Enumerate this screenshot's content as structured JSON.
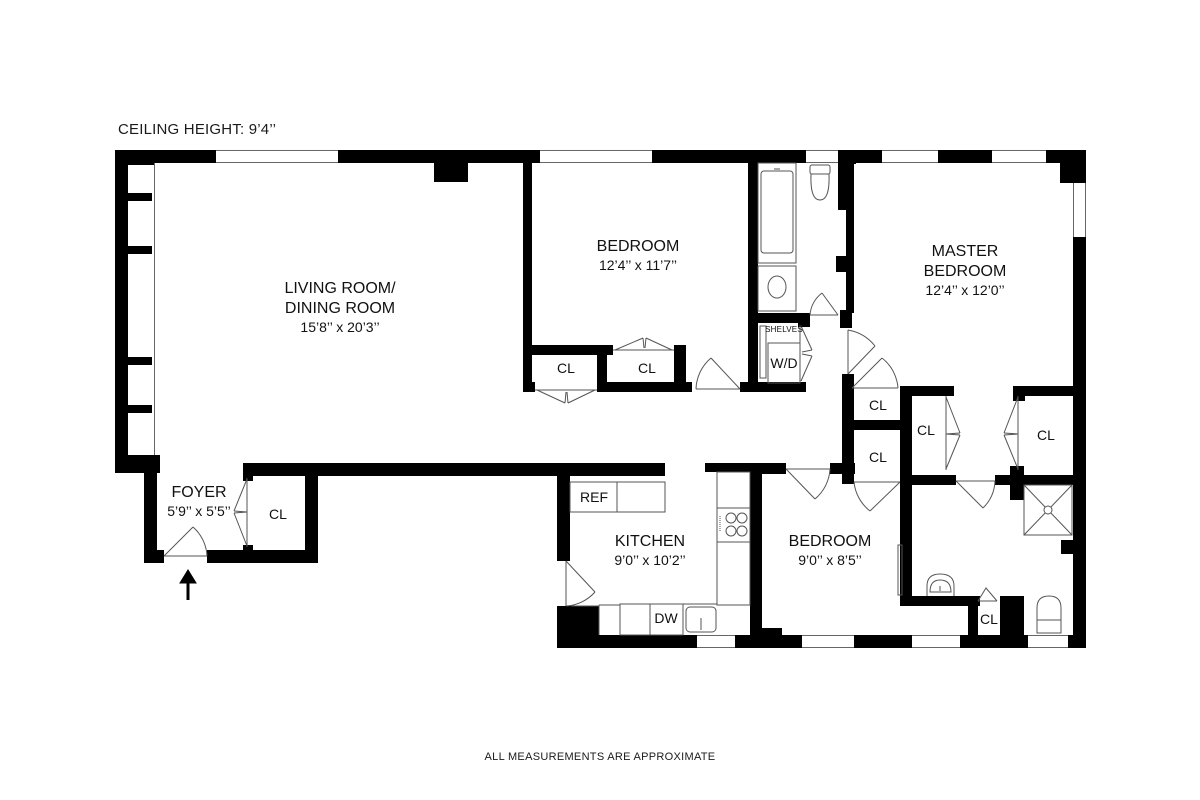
{
  "header": {
    "ceiling_height": "CEILING HEIGHT: 9’4’’"
  },
  "footer": {
    "disclaimer": "ALL MEASUREMENTS ARE APPROXIMATE"
  },
  "rooms": {
    "living": {
      "name_line1": "LIVING ROOM/",
      "name_line2": "DINING ROOM",
      "dims": "15’8’’ x 20’3’’"
    },
    "bedroom1": {
      "name": "BEDROOM",
      "dims": "12’4’’ x 11’7’’"
    },
    "master": {
      "name_line1": "MASTER",
      "name_line2": "BEDROOM",
      "dims": "12’4’’ x 12’0’’"
    },
    "foyer": {
      "name": "FOYER",
      "dims": "5’9’’ x 5’5’’"
    },
    "kitchen": {
      "name": "KITCHEN",
      "dims": "9’0’’ x 10’2’’"
    },
    "bedroom2": {
      "name": "BEDROOM",
      "dims": "9’0’’ x 8’5’’"
    }
  },
  "closets": {
    "foyer_cl": "CL",
    "bed1_cl_left": "CL",
    "bed1_cl_right": "CL",
    "hall_cl_top": "CL",
    "hall_cl_bottom": "CL",
    "master_cl_left": "CL",
    "master_cl_right": "CL",
    "bath_cl": "CL"
  },
  "fixtures": {
    "ref": "REF",
    "dw": "DW",
    "wd": "W/D",
    "shelves": "SHELVES"
  },
  "icons": {
    "entry": "entry-arrow-icon"
  }
}
